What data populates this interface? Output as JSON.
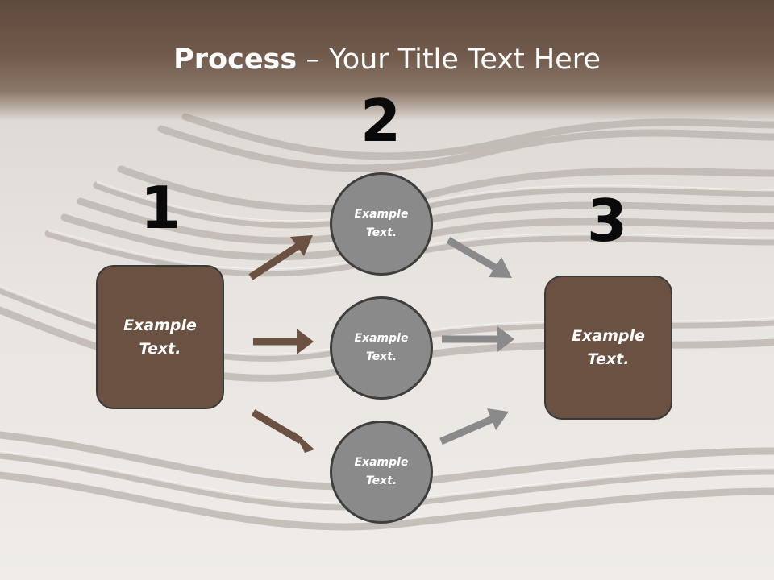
{
  "slide": {
    "title_bold": "Process",
    "title_rest": " – Your Title Text Here"
  },
  "steps": [
    {
      "number": "1",
      "label": "Example\nText."
    },
    {
      "number": "2",
      "label": ""
    },
    {
      "number": "3",
      "label": "Example\nText."
    }
  ],
  "circles": [
    {
      "label": "Example\nText."
    },
    {
      "label": "Example\nText."
    },
    {
      "label": "Example\nText."
    }
  ],
  "colors": {
    "brown": "#6b5142",
    "gray": "#8a8a8a",
    "title_band": "#715a4b"
  },
  "background": "forks-photo"
}
